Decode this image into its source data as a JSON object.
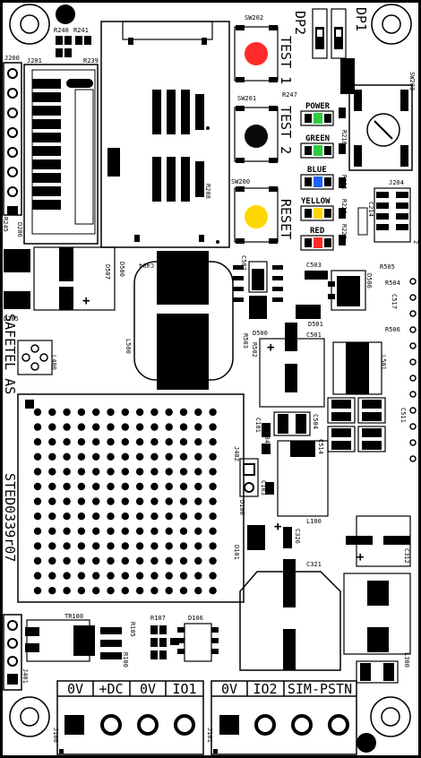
{
  "board": {
    "company": "SAFETEL AS",
    "product": "STED0339r07"
  },
  "labels": {
    "dp1": "DP1",
    "dp2": "DP2",
    "j200": "J200",
    "j201": "J201",
    "r239": "R239",
    "r240": "R240",
    "r241": "R241",
    "r208": "R208",
    "sw202": "SW202",
    "sw201": "SW201",
    "sw200": "SW200",
    "sw203": "SW203",
    "r247": "R247",
    "r216": "R216",
    "r221": "R221",
    "r222": "R222",
    "r220": "R220",
    "c214": "C214",
    "j204": "J204",
    "d205": "D205",
    "l400": "L400",
    "c404": "C404",
    "d500": "D500",
    "d507": "D507",
    "l500": "L500",
    "c502": "C502",
    "c503": "C503",
    "d506": "D506",
    "d501": "D501",
    "c501": "C501",
    "r505": "R505",
    "r504": "R504",
    "c517": "C517",
    "r506": "R506",
    "r503": "R503",
    "r502": "R502",
    "l501": "L501",
    "c504": "C504",
    "c514": "C514",
    "c511": "C511",
    "c101": "C101",
    "c104": "C104",
    "j402": "J402",
    "c103": "C103",
    "d100": "D100",
    "l100": "L100",
    "c312": "C312",
    "c321": "C321",
    "c326": "C326",
    "d101": "D101",
    "tr100": "TR100",
    "j401": "J401",
    "r107": "R107",
    "r105": "R105",
    "r100": "R100",
    "d106": "D106",
    "l300": "L300",
    "j100": "J100",
    "j101": "J101"
  },
  "buttons": [
    {
      "label": "TEST 1",
      "color": "#ff2a2a"
    },
    {
      "label": "TEST 2",
      "color": "#0a0a0a"
    },
    {
      "label": "RESET",
      "color": "#ffd700"
    }
  ],
  "leds": [
    {
      "label": "POWER",
      "color": "#2ecc40"
    },
    {
      "label": "GREEN",
      "color": "#2ecc40"
    },
    {
      "label": "BLUE",
      "color": "#2060ff"
    },
    {
      "label": "YELLOW",
      "color": "#ffd700"
    },
    {
      "label": "RED",
      "color": "#ff2a2a"
    }
  ],
  "terminals": {
    "j100": [
      "0V",
      "+DC",
      "0V",
      "IO1"
    ],
    "j101": [
      "0V",
      "IO2",
      "SIM-PSTN"
    ]
  }
}
